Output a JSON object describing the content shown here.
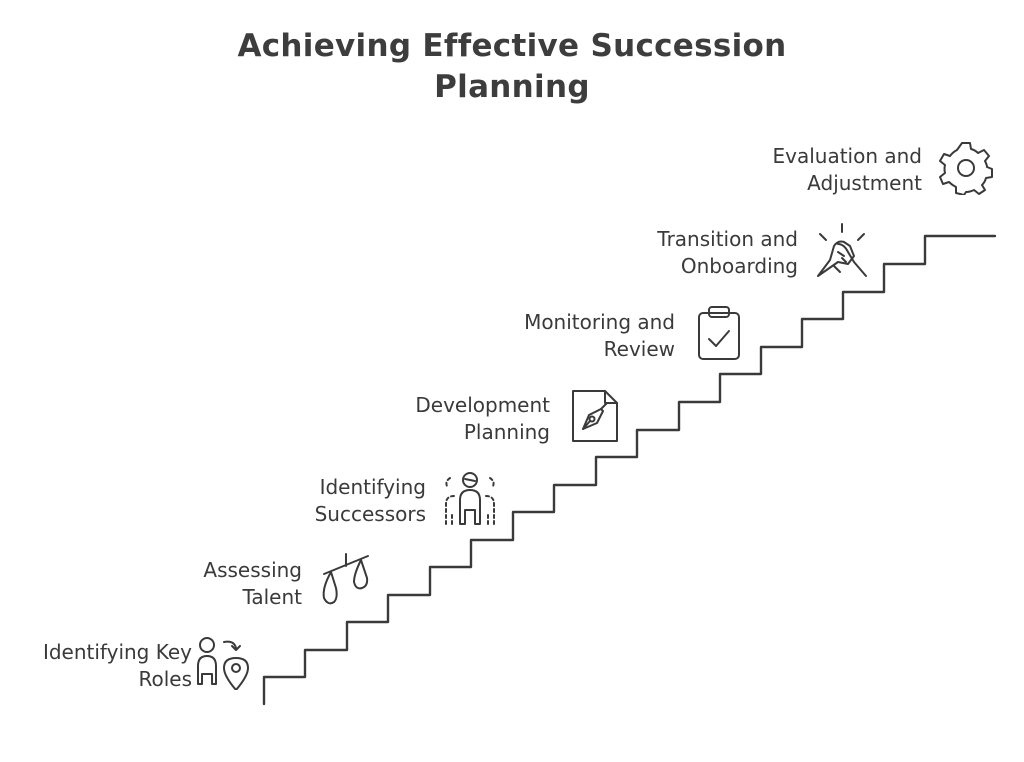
{
  "title": {
    "line1": "Achieving Effective Succession",
    "line2": "Planning"
  },
  "steps": [
    {
      "line1": "Identifying Key",
      "line2": "Roles",
      "icon": "people-location-icon"
    },
    {
      "line1": "Assessing",
      "line2": "Talent",
      "icon": "scales-icon"
    },
    {
      "line1": "Identifying",
      "line2": "Successors",
      "icon": "person-group-icon"
    },
    {
      "line1": "Development",
      "line2": "Planning",
      "icon": "pen-document-icon"
    },
    {
      "line1": "Monitoring and",
      "line2": "Review",
      "icon": "clipboard-check-icon"
    },
    {
      "line1": "Transition and",
      "line2": "Onboarding",
      "icon": "handshake-icon"
    },
    {
      "line1": "Evaluation and",
      "line2": "Adjustment",
      "icon": "gear-icon"
    }
  ],
  "colors": {
    "stroke": "#3a3a3a",
    "background": "#ffffff"
  }
}
